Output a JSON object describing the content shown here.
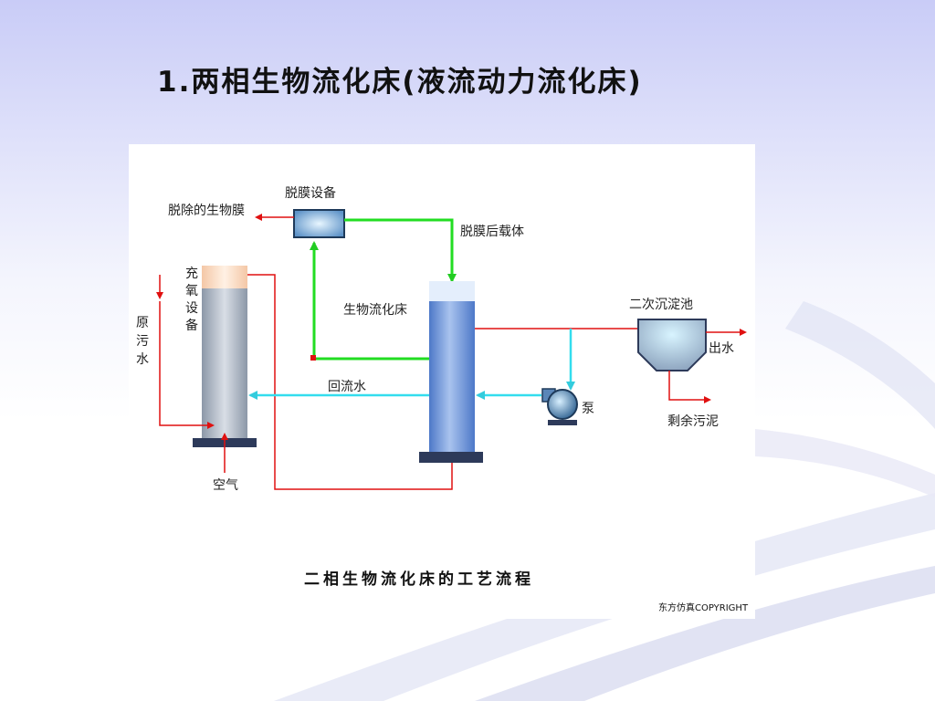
{
  "slide": {
    "title": "1.两相生物流化床(液流动力流化床)"
  },
  "diagram": {
    "labels": {
      "membrane_device": "脱膜设备",
      "removed_biofilm": "脱除的生物膜",
      "carrier_after_removal": "脱膜后载体",
      "oxygenation_device_1": "充",
      "oxygenation_device_2": "氧",
      "oxygenation_device_3": "设",
      "oxygenation_device_4": "备",
      "raw_wastewater_1": "原",
      "raw_wastewater_2": "污",
      "raw_wastewater_3": "水",
      "bio_fluidized_bed": "生物流化床",
      "secondary_clarifier": "二次沉淀池",
      "effluent": "出水",
      "return_water": "回流水",
      "pump": "泵",
      "excess_sludge": "剩余污泥",
      "air": "空气"
    },
    "caption": "二相生物流化床的工艺流程",
    "copyright": "东方仿真COPYRIGHT",
    "colors": {
      "water_flow": "#e01010",
      "carrier_flow": "#22dd22",
      "return_flow": "#33ddee"
    }
  }
}
